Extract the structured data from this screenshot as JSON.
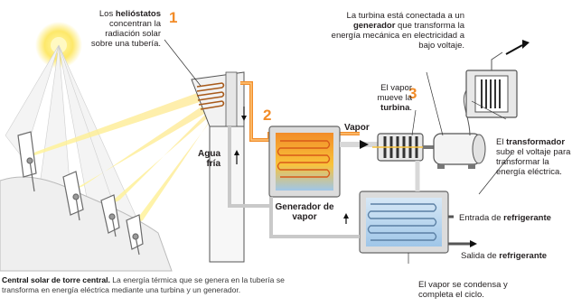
{
  "labels": {
    "heliostats_pre": "Los ",
    "heliostats_bold": "helióstatos",
    "heliostats_rest": "concentran la radiación solar sobre una tubería.",
    "turbine_gen_pre": "La turbina está conectada a un ",
    "turbine_gen_bold": "generador",
    "turbine_gen_rest": " que transforma la energía mecánica en electricidad a bajo voltaje.",
    "steam_moves_pre": "El vapor mueve la ",
    "steam_moves_bold": "turbina",
    "steam_moves_post": ".",
    "vapor": "Vapor",
    "agua_fria": "Agua fría",
    "transformer_pre": "El ",
    "transformer_bold": "transformador",
    "transformer_rest": " sube el voltaje para transformar la energía eléctrica.",
    "steam_generator": "Generador de vapor",
    "coolant_in_pre": "Entrada de ",
    "coolant_in_bold": "refrigerante",
    "coolant_out_pre": "Salida de ",
    "coolant_out_bold": "refrigerante",
    "condense": "El vapor se condensa y completa el ciclo."
  },
  "steps": [
    "1",
    "2",
    "3"
  ],
  "caption": {
    "bold": "Central solar de torre central.",
    "text": " La energía térmica que se genera en la tubería se transforma en energía eléctrica mediante una turbina y un generador."
  },
  "colors": {
    "accent": "#f28c28",
    "hot": "#f7a530",
    "cold": "#9fc6e8",
    "pipe": "#c9c9c9"
  }
}
